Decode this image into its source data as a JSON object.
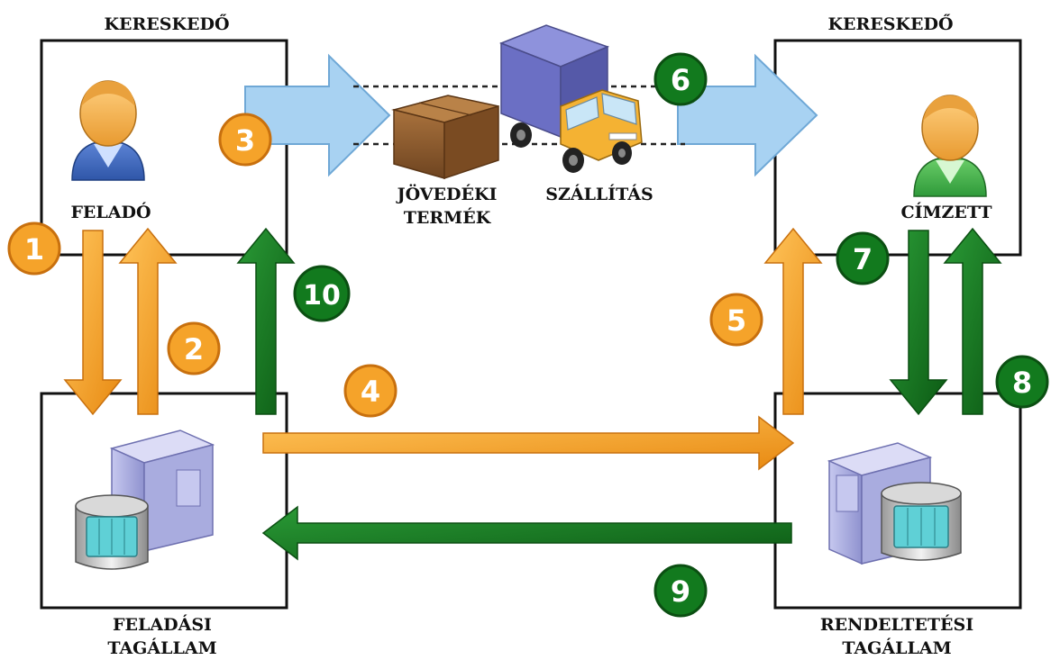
{
  "labels": {
    "trader_left": "KERESKEDŐ",
    "trader_right": "KERESKEDŐ",
    "sender": "FELADÓ",
    "recipient": "CÍMZETT",
    "product_line1": "JÖVEDÉKI",
    "product_line2": "TERMÉK",
    "transport": "SZÁLLÍTÁS",
    "origin_line1": "FELADÁSI",
    "origin_line2": "TAGÁLLAM",
    "destination_line1": "RENDELTETÉSI",
    "destination_line2": "TAGÁLLAM"
  },
  "steps": {
    "s1": "1",
    "s2": "2",
    "s3": "3",
    "s4": "4",
    "s5": "5",
    "s6": "6",
    "s7": "7",
    "s8": "8",
    "s9": "9",
    "s10": "10"
  },
  "colors": {
    "orange": "#f5a32a",
    "orange_dark": "#c8700e",
    "green": "#127a1e",
    "green_dark": "#0b4f12",
    "light_blue": "#a8d2f2",
    "light_blue_edge": "#6fa8d6",
    "box_border": "#111111"
  }
}
